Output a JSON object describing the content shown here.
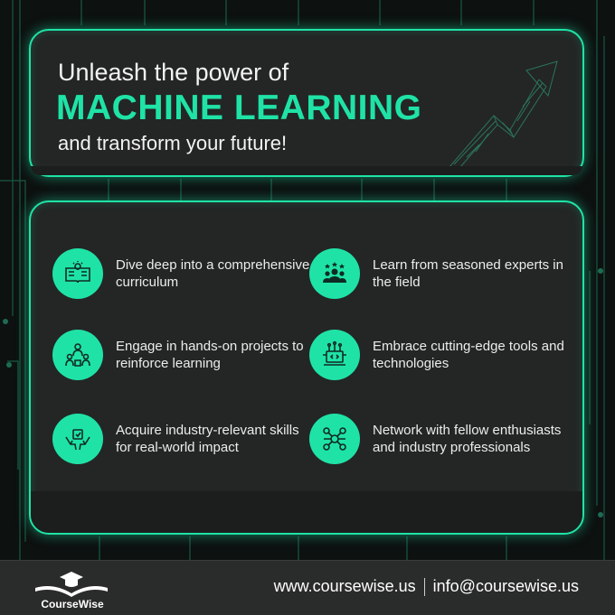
{
  "hero": {
    "line1": "Unleash the power of",
    "line2": "MACHINE LEARNING",
    "line3": "and transform your future!"
  },
  "features": [
    {
      "text": "Dive deep into a comprehensive curriculum",
      "icon": "book-lightbulb-icon"
    },
    {
      "text": "Learn from seasoned experts in the field",
      "icon": "experts-group-icon"
    },
    {
      "text": "Engage in hands-on projects to reinforce learning",
      "icon": "team-project-icon"
    },
    {
      "text": "Embrace cutting-edge tools and technologies",
      "icon": "laptop-code-icon"
    },
    {
      "text": "Acquire industry-relevant skills for real-world impact",
      "icon": "skill-hands-icon"
    },
    {
      "text": "Network with fellow enthusiasts and industry professionals",
      "icon": "network-nodes-icon"
    }
  ],
  "footer": {
    "brand": "CourseWise",
    "website": "www.coursewise.us",
    "email": "info@coursewise.us"
  },
  "colors": {
    "accent": "#1fe3a6",
    "background": "#0d1110",
    "panel": "#232625"
  }
}
